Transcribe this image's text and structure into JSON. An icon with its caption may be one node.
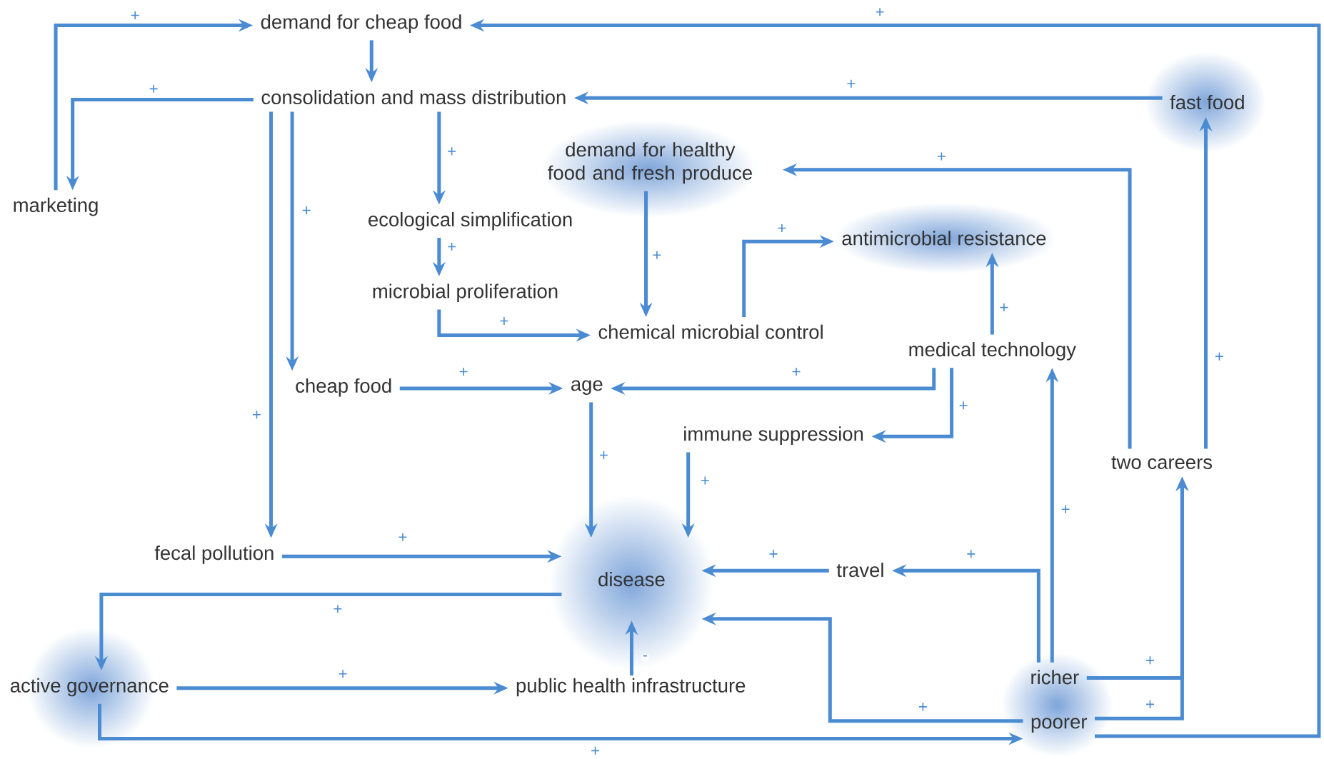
{
  "diagram": {
    "nodes": [
      {
        "text": [
          "demand for cheap food"
        ]
      },
      {
        "text": [
          "consolidation and mass distribution"
        ]
      },
      {
        "text": [
          "marketing"
        ]
      },
      {
        "text": [
          "fast food"
        ]
      },
      {
        "text": [
          "demand for healthy food and fresh produce"
        ]
      },
      {
        "text": [
          "ecological simplification"
        ]
      },
      {
        "text": [
          "antimicrobial resistance"
        ]
      },
      {
        "text": [
          "microbial proliferation"
        ]
      },
      {
        "text": [
          "chemical microbial control"
        ]
      },
      {
        "text": [
          "medical technology"
        ]
      },
      {
        "text": [
          "cheap food"
        ]
      },
      {
        "text": [
          "age"
        ]
      },
      {
        "text": [
          "immune suppression"
        ]
      },
      {
        "text": [
          "two careers"
        ]
      },
      {
        "text": [
          "fecal pollution"
        ]
      },
      {
        "text": [
          "disease"
        ]
      },
      {
        "text": [
          "travel"
        ]
      },
      {
        "text": [
          "richer"
        ]
      },
      {
        "text": [
          "active governance"
        ]
      },
      {
        "text": [
          "public health infrastructure"
        ]
      },
      {
        "text": [
          "poorer"
        ]
      }
    ],
    "edges": [
      {
        "from": 2,
        "to": 0,
        "arrow": "to",
        "label": "+"
      },
      {
        "from": 0,
        "to": 1,
        "arrow": "to"
      },
      {
        "from": 1,
        "to": 2,
        "arrow": "to",
        "label": "+"
      },
      {
        "from": 20,
        "to": 0,
        "arrow": "to",
        "label": "+"
      },
      {
        "from": 3,
        "to": 1,
        "arrow": "to",
        "label": "+"
      },
      {
        "from": 1,
        "to": 5,
        "arrow": "to",
        "label": "+"
      },
      {
        "from": 1,
        "to": 10,
        "arrow": "to",
        "label": "+"
      },
      {
        "from": 1,
        "to": 14,
        "arrow": "to",
        "label": "+"
      },
      {
        "from": 5,
        "to": 7,
        "arrow": "to",
        "label": "+"
      },
      {
        "from": 7,
        "to": 8,
        "arrow": "to",
        "label": "+"
      },
      {
        "from": 4,
        "to": 8,
        "arrow": "to",
        "label": "+"
      },
      {
        "from": 8,
        "to": 6,
        "arrow": "to",
        "label": "+"
      },
      {
        "from": 9,
        "to": 6,
        "arrow": "to",
        "label": "+"
      },
      {
        "from": 13,
        "to": 4,
        "arrow": "to",
        "label": "+"
      },
      {
        "from": 13,
        "to": 3,
        "arrow": "to",
        "label": "+"
      },
      {
        "from": 9,
        "to": 11,
        "arrow": "to",
        "label": "+"
      },
      {
        "from": 9,
        "to": 12,
        "arrow": "to",
        "label": "+"
      },
      {
        "from": 10,
        "to": 11,
        "arrow": "to",
        "label": "+"
      },
      {
        "from": 11,
        "to": 15,
        "arrow": "to",
        "label": "+"
      },
      {
        "from": 12,
        "to": 15,
        "arrow": "to",
        "label": "+"
      },
      {
        "from": 14,
        "to": 15,
        "arrow": "to",
        "label": "+"
      },
      {
        "from": 16,
        "to": 15,
        "arrow": "to",
        "label": "+"
      },
      {
        "from": 17,
        "to": 16,
        "arrow": "to",
        "label": "+"
      },
      {
        "from": 17,
        "to": 9,
        "arrow": "to",
        "label": "+"
      },
      {
        "from": 17,
        "to": 13,
        "arrow": "to",
        "label": "+"
      },
      {
        "from": 20,
        "to": 13,
        "arrow": "to",
        "label": "+"
      },
      {
        "from": 20,
        "to": 15,
        "arrow": "to",
        "label": "+"
      },
      {
        "from": 15,
        "to": 18,
        "arrow": "to",
        "label": "+"
      },
      {
        "from": 18,
        "to": 19,
        "arrow": "to",
        "label": "+"
      },
      {
        "from": 19,
        "to": 15,
        "arrow": "to",
        "label": "-"
      },
      {
        "from": 18,
        "to": 20,
        "arrow": "to",
        "label": "+"
      }
    ]
  }
}
